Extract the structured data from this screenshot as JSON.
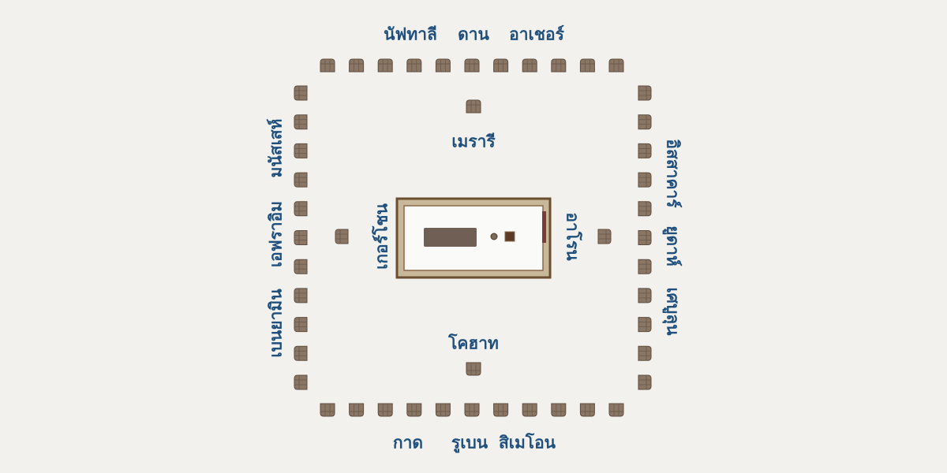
{
  "colors": {
    "label": "#1f4f7c",
    "tent": "#8a7664",
    "background": "#f2f1ee",
    "tabernacle_frame": "#7a5a3a"
  },
  "camps": {
    "north": [
      "นัฟทาลี",
      "ดาน",
      "อาเชอร์"
    ],
    "south": [
      "กาด",
      "รูเบน",
      "สิเมโอน"
    ],
    "west": [
      "มนัสเสห์",
      "เอฟราอิม",
      "เบนยามิน"
    ],
    "east": [
      "อิสสาคาร์",
      "ยูดาห์",
      "เศบูลุน"
    ]
  },
  "levites": {
    "north": "เมรารี",
    "south": "โคฮาท",
    "west": "เกอร์โชน",
    "east": "อาโรน"
  }
}
